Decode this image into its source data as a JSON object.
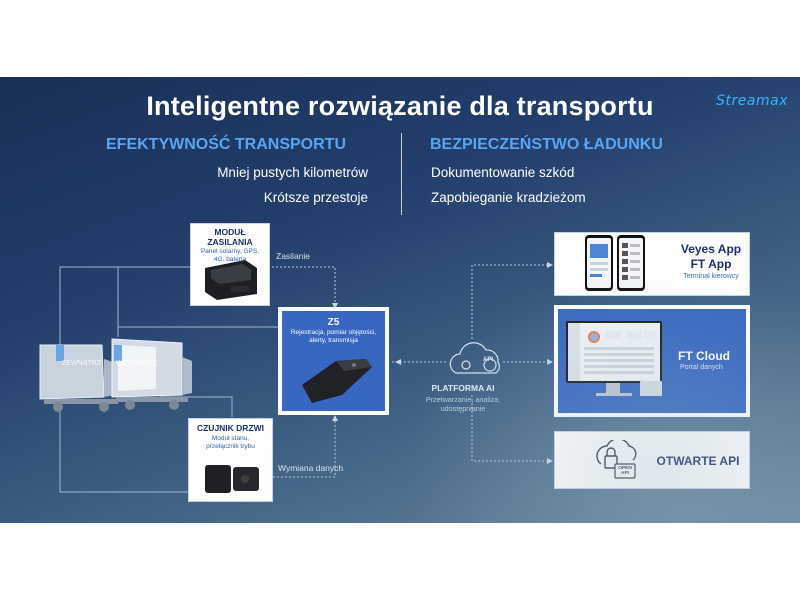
{
  "title": "Inteligentne rozwiązanie dla transportu",
  "logo": "Streamax",
  "left_section": {
    "heading": "EFEKTYWNOŚĆ TRANSPORTU",
    "bullets": [
      "Mniej pustych kilometrów",
      "Krótsze przestoje"
    ]
  },
  "right_section": {
    "heading": "BEZPIECZEŃSTWO ŁADUNKU",
    "bullets": [
      "Dokumentowanie szkód",
      "Zapobieganie kradzieżom"
    ]
  },
  "power_module": {
    "title": "MODUŁ ZASILANIA",
    "subtitle": "Panel solarny, GPS, 4G, bateria"
  },
  "z5": {
    "title": "Z5",
    "subtitle": "Rejestracja, pomiar objętości, alerty, transmisja"
  },
  "door_sensor": {
    "title": "CZUJNIK DRZWI",
    "subtitle": "Moduł stanu, przełącznik trybu"
  },
  "truck_labels": [
    "ZEWNĄTRZ",
    "WEWNĄTRZ"
  ],
  "connections": {
    "power": "Zasilanie",
    "data_exchange": "Wymiana danych"
  },
  "ai_platform": {
    "api_badge": "API",
    "title": "PLATFORMA AI",
    "subtitle": "Przetwarzanie, analiza, udostępnianie"
  },
  "apps": {
    "title_line1": "Veyes App",
    "title_line2": "FT App",
    "subtitle": "Terminal kierowcy"
  },
  "ft_cloud": {
    "title": "FT Cloud",
    "subtitle": "Portal danych"
  },
  "open_api": {
    "icon_text": "OPEN API",
    "title": "OTWARTE API"
  },
  "colors": {
    "accent_blue": "#3767c0",
    "heading_blue": "#58a6f3",
    "logo_cyan": "#33b6ff",
    "dark_navy": "#1b2f6e"
  }
}
